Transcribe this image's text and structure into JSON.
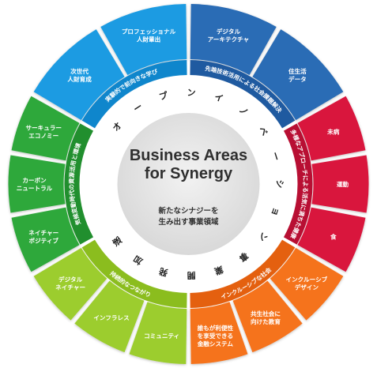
{
  "center": {
    "title_lines": [
      "Business Areas",
      "for Synergy"
    ],
    "subtitle_lines": [
      "新たなシナジーを",
      "生み出す事業領域"
    ]
  },
  "ring_text": "オープンイノベーション事業開発加速",
  "colors": {
    "blue": "#2b6cb5",
    "blue_dark": "#1f5aa0",
    "crimson": "#d9163e",
    "crimson_dark": "#b80f33",
    "orange": "#f5731f",
    "orange_dark": "#e4600f",
    "lime": "#9ccd2e",
    "lime_dark": "#8bbd1e",
    "green": "#2fa83b",
    "green_dark": "#218f2e",
    "sky": "#1a9be2",
    "sky_dark": "#0f86cc",
    "center_grey": "#dcdcdc"
  },
  "sectors": [
    {
      "id": "tech",
      "theme": "先端技術活用による社会課題解決",
      "segments": [
        {
          "lines": [
            "デジタル",
            "アーキテクチャ"
          ]
        },
        {
          "lines": [
            "住生活",
            "データ"
          ]
        }
      ]
    },
    {
      "id": "wellness",
      "theme": "多様なアプローチによる活気に満ちた健康",
      "segments": [
        {
          "lines": [
            "未病"
          ]
        },
        {
          "lines": [
            "運動"
          ]
        },
        {
          "lines": [
            "食"
          ]
        }
      ]
    },
    {
      "id": "inclusion",
      "theme": "インクルーシブな社会",
      "segments": [
        {
          "lines": [
            "インクルーシブ",
            "デザイン"
          ]
        },
        {
          "lines": [
            "共生社会に",
            "向けた教育"
          ]
        },
        {
          "lines": [
            "誰もが利便性",
            "を享受できる",
            "金融システム"
          ]
        }
      ]
    },
    {
      "id": "connection",
      "theme": "持続的なつながり",
      "segments": [
        {
          "lines": [
            "コミュニティ"
          ]
        },
        {
          "lines": [
            "インフラレス"
          ]
        },
        {
          "lines": [
            "デジタル",
            "ネイチャー"
          ]
        }
      ]
    },
    {
      "id": "climate",
      "theme": "気候変動時代の資源活用と環境",
      "segments": [
        {
          "lines": [
            "ネイチャー",
            "ポジティブ"
          ]
        },
        {
          "lines": [
            "カーボン",
            "ニュートラル"
          ]
        },
        {
          "lines": [
            "サーキュラー",
            "エコノミー"
          ]
        }
      ]
    },
    {
      "id": "learning",
      "theme": "実験的で前向きな学び",
      "segments": [
        {
          "lines": [
            "次世代",
            "人財育成"
          ]
        },
        {
          "lines": [
            "プロフェッショナル",
            "人財輩出"
          ]
        }
      ]
    }
  ]
}
